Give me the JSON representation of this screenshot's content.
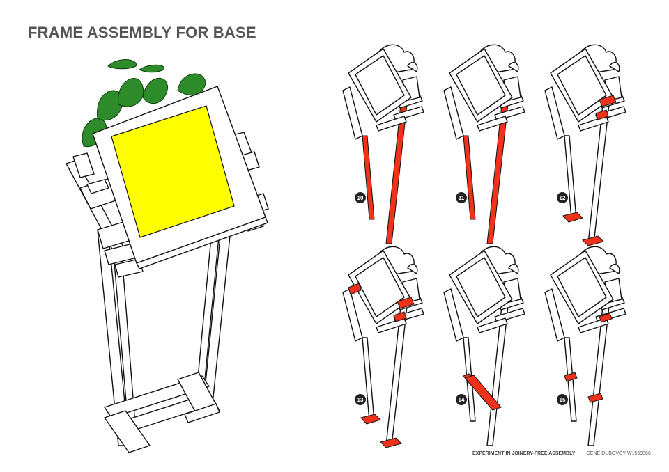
{
  "title": "FRAME ASSEMBLY FOR BASE",
  "footer": {
    "project": "EXPERIMENT IN JOINERY-FREE ASSEMBLY",
    "author": "GENE DUBOVOY  W1569366"
  },
  "colors": {
    "highlight": "#f0321a",
    "panel": "#ffff00",
    "leaf": "#2e8b2a"
  },
  "steps": [
    {
      "number": "10",
      "highlight": [
        "legs"
      ]
    },
    {
      "number": "11",
      "highlight": [
        "legs"
      ]
    },
    {
      "number": "12",
      "highlight": [
        "feet",
        "upper-blocks"
      ]
    },
    {
      "number": "13",
      "highlight": [
        "feet",
        "top-blocks"
      ]
    },
    {
      "number": "14",
      "highlight": [
        "bottom-bar"
      ]
    },
    {
      "number": "15",
      "highlight": [
        "bottom-blocks"
      ]
    }
  ]
}
